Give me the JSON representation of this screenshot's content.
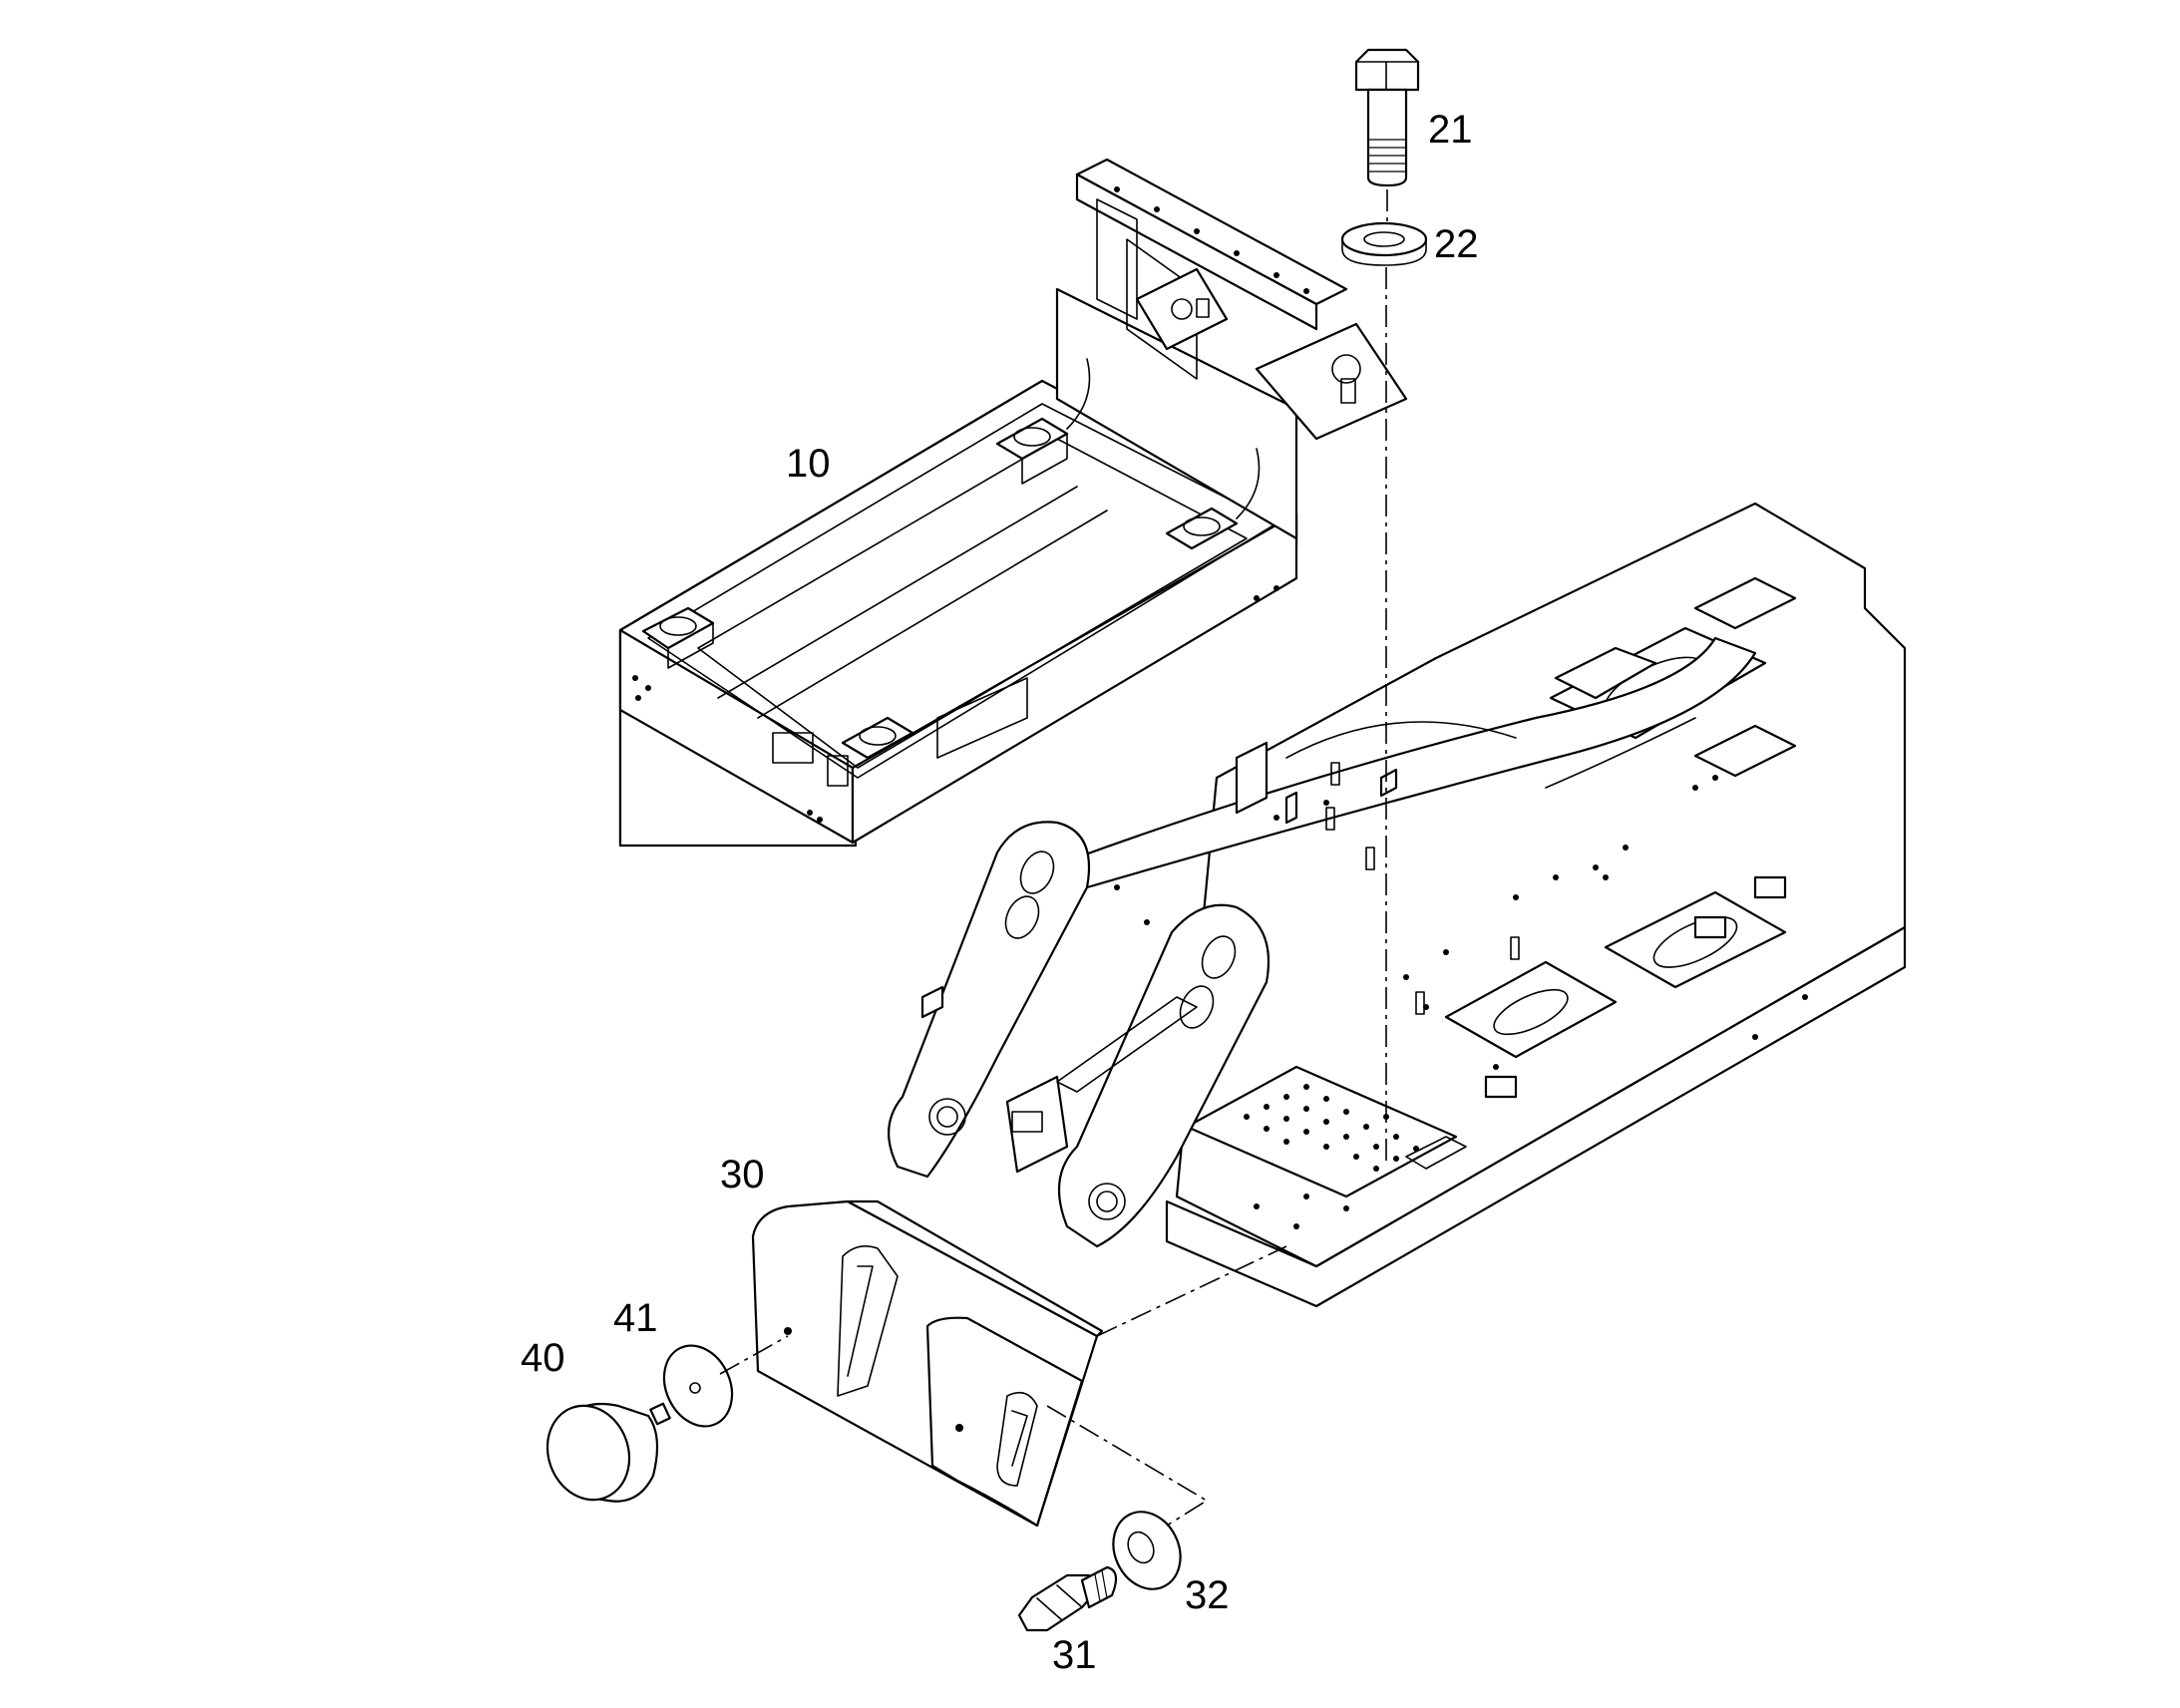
{
  "callouts": {
    "c10": "10",
    "c21": "21",
    "c22": "22",
    "c30": "30",
    "c31": "31",
    "c32": "32",
    "c40": "40",
    "c41": "41"
  },
  "colors": {
    "line": "#000000",
    "background": "#ffffff"
  }
}
